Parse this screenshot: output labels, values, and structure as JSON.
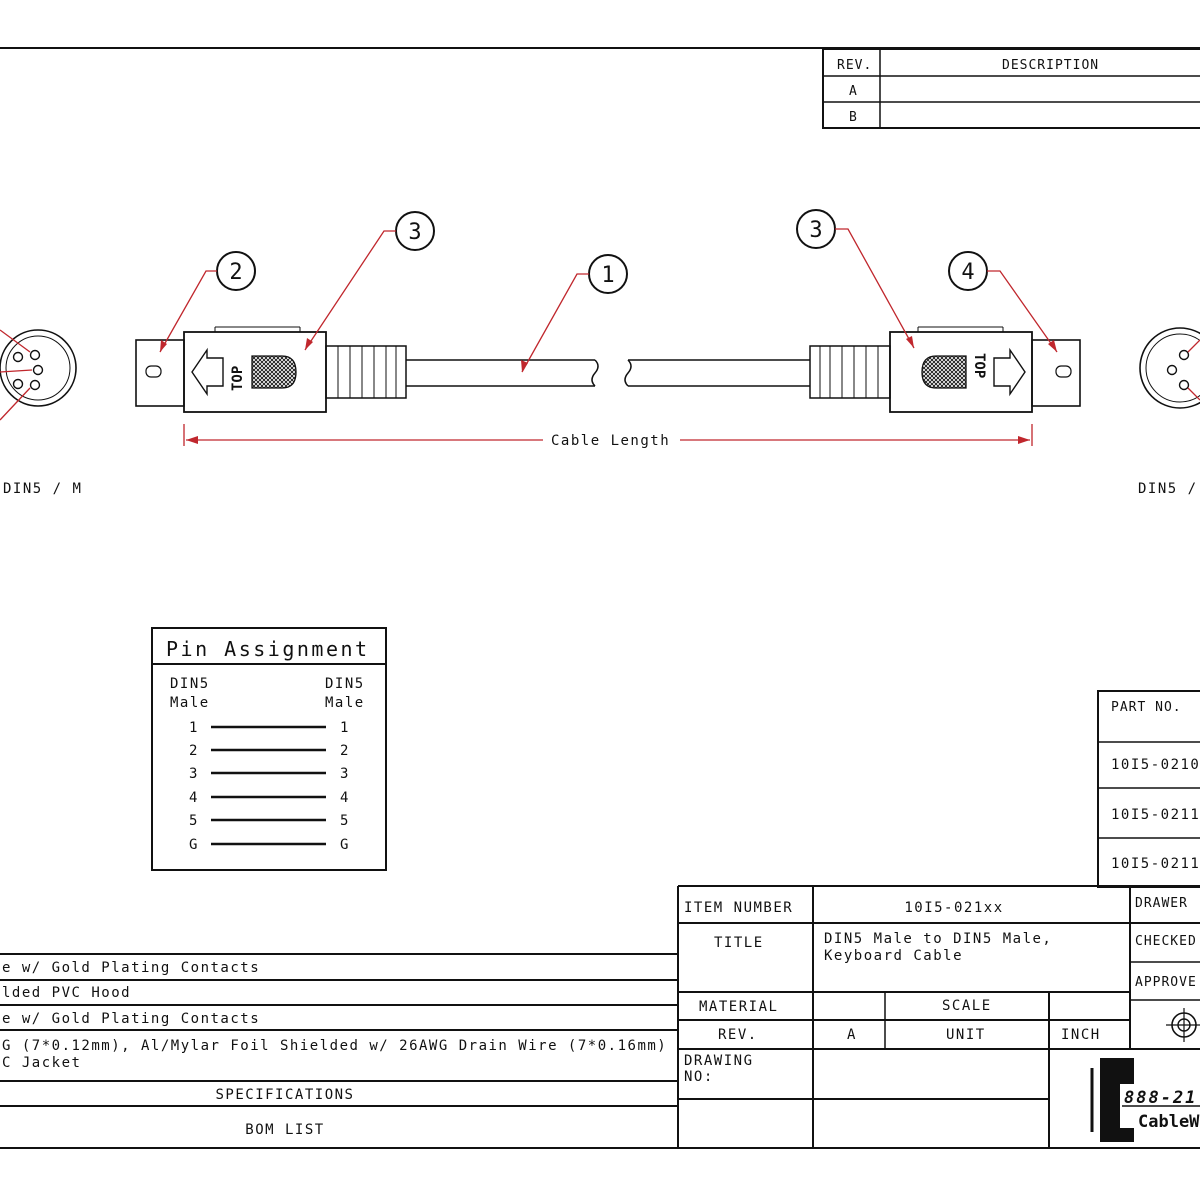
{
  "revision_table": {
    "header_rev": "REV.",
    "header_description": "DESCRIPTION",
    "rows": [
      {
        "rev": "A",
        "description": ""
      },
      {
        "rev": "B",
        "description": ""
      }
    ]
  },
  "cable_drawing": {
    "balloons": [
      "1",
      "2",
      "3",
      "3",
      "4"
    ],
    "dimension_label": "Cable Length",
    "connector_left_label": "DIN5 / M",
    "connector_right_label": "DIN5 /",
    "top_mark": "TOP"
  },
  "pin_assignment": {
    "title": "Pin Assignment",
    "left_header": [
      "DIN5",
      "Male"
    ],
    "right_header": [
      "DIN5",
      "Male"
    ],
    "pins": [
      {
        "left": "1",
        "right": "1"
      },
      {
        "left": "2",
        "right": "2"
      },
      {
        "left": "3",
        "right": "3"
      },
      {
        "left": "4",
        "right": "4"
      },
      {
        "left": "5",
        "right": "5"
      },
      {
        "left": "G",
        "right": "G"
      }
    ]
  },
  "part_numbers": {
    "header": "PART NO.",
    "items": [
      "10I5-0210",
      "10I5-0211",
      "10I5-0211"
    ]
  },
  "bom": {
    "rows": [
      "e w/ Gold Plating Contacts",
      "lded PVC Hood",
      "e w/ Gold Plating Contacts",
      "G (7*0.12mm), Al/Mylar Foil Shielded w/ 26AWG Drain Wire (7*0.16mm)",
      "C Jacket"
    ],
    "specifications_label": "SPECIFICATIONS",
    "bom_list_label": "BOM LIST"
  },
  "title_block": {
    "item_number_label": "ITEM NUMBER",
    "item_number_value": "10I5-021xx",
    "title_label": "TITLE",
    "title_line1": "DIN5 Male to DIN5 Male,",
    "title_line2": "Keyboard Cable",
    "material_label": "MATERIAL",
    "scale_label": "SCALE",
    "rev_label": "REV.",
    "rev_value": "A",
    "unit_label": "UNIT",
    "unit_value": "INCH",
    "drawing_no_label_1": "DRAWING",
    "drawing_no_label_2": "NO:",
    "drawer_label": "DRAWER",
    "checked_label": "CHECKED",
    "approved_label": "APPROVE",
    "logo_phone": "888-21",
    "logo_name": "CableW"
  }
}
